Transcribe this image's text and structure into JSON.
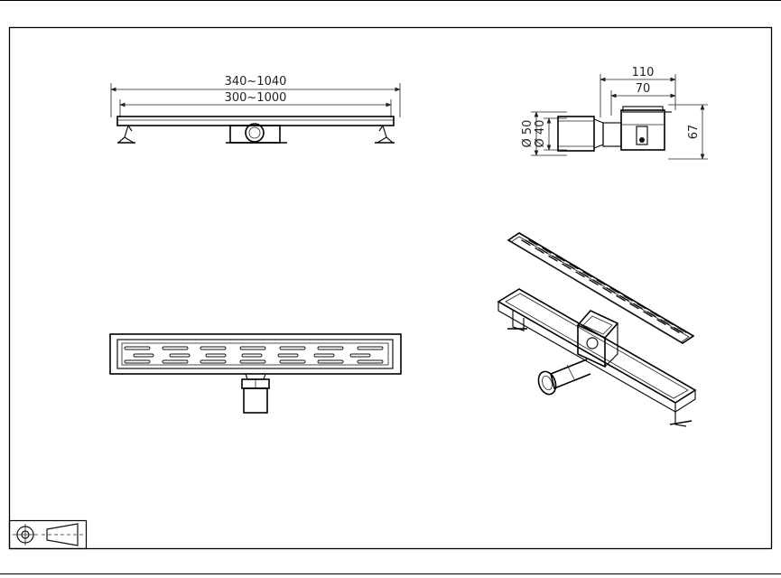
{
  "drawing": {
    "front_view": {
      "overall_length_label": "340~1040",
      "channel_length_label": "300~1000"
    },
    "side_view": {
      "total_depth_label": "110",
      "outlet_offset_label": "70",
      "height_label": "67",
      "outer_diameter_label": "Ø 50",
      "inner_diameter_label": "Ø 40"
    },
    "projection_symbol": "first-angle-projection-icon"
  }
}
